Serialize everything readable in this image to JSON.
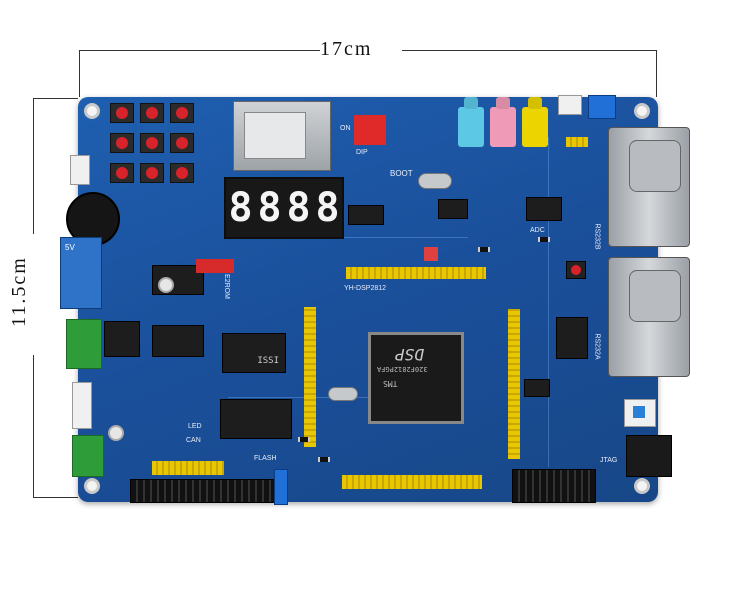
{
  "dimensions": {
    "width_label": "17cm",
    "height_label": "11.5cm"
  },
  "board": {
    "seg_display": [
      "8",
      "8",
      "8",
      "8"
    ],
    "silkscreen": {
      "boot": "BOOT",
      "dip": "DIP",
      "on": "ON",
      "e2rom": "E2ROM",
      "rs232b": "RS232B",
      "rs232a": "RS232A",
      "jtag": "JTAG",
      "can": "CAN",
      "led": "LED",
      "flash": "FLASH",
      "adc": "ADC",
      "dsp_chip_top": "TMS",
      "dsp_chip_mid": "320F2812PGFA",
      "dsp_chip_bot": "DSP",
      "model": "YH-DSP2812",
      "ram_chip": "ISSI",
      "relay": "5V"
    }
  }
}
